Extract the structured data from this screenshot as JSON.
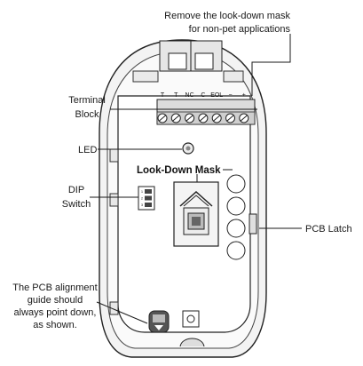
{
  "callouts": {
    "mask_removal": [
      "Remove the look-down mask",
      "for non-pet applications"
    ],
    "terminal_block": [
      "Terminal",
      "Block"
    ],
    "led": "LED",
    "dip_switch": [
      "DIP",
      "Switch"
    ],
    "look_down_mask": "Look-Down Mask",
    "pcb_latch": "PCB Latch",
    "alignment_guide": [
      "The PCB alignment",
      "guide should",
      "always point down,",
      "as shown."
    ]
  },
  "terminals": [
    "T",
    "T",
    "NC",
    "C",
    "EOL",
    "−",
    "+"
  ],
  "dip_marks": [
    "1",
    "2",
    "3"
  ]
}
